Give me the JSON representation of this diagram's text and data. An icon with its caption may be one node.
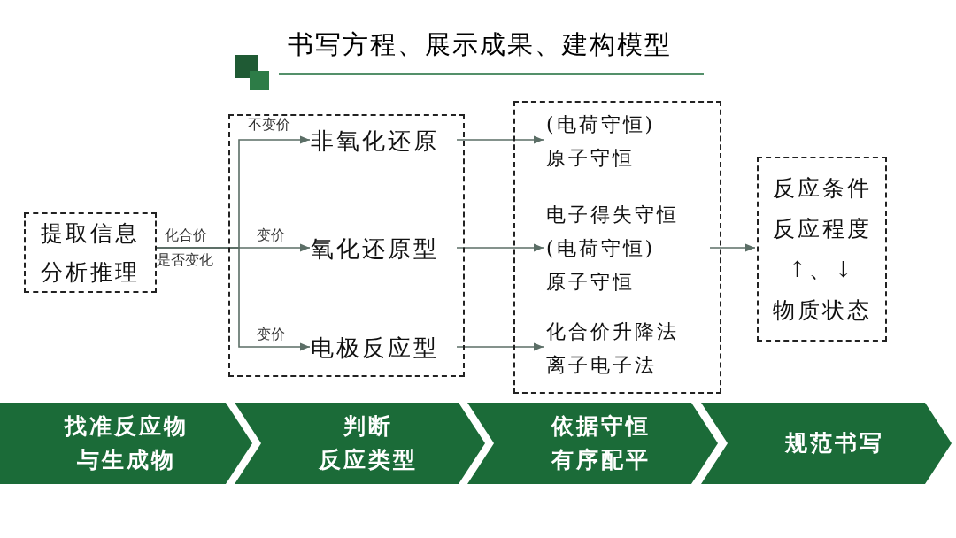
{
  "diagram": {
    "title": "书写方程、展示成果、建构模型",
    "nodes": [
      {
        "text": [
          "提取信息",
          "分析推理"
        ]
      },
      {
        "text": [],
        "shape": "box"
      },
      {
        "text": [
          "非氧化还原"
        ],
        "in": 1
      },
      {
        "text": [
          "氧化还原型"
        ],
        "in": 1
      },
      {
        "text": [
          "电极反应型"
        ],
        "in": 1
      },
      {
        "text": [],
        "shape": "box"
      },
      {
        "text": [
          "(电荷守恒)",
          "原子守恒"
        ],
        "in": 5
      },
      {
        "text": [
          "电子得失守恒",
          "(电荷守恒)",
          "原子守恒"
        ],
        "in": 5
      },
      {
        "text": [
          "化合价升降法",
          "离子电子法"
        ],
        "in": 5
      },
      {
        "text": [
          "反应条件",
          "反应程度",
          "↑、↓",
          "物质状态"
        ]
      },
      {
        "text": [
          "找准反应物",
          "与生成物"
        ]
      },
      {
        "text": [
          "判断",
          "反应类型"
        ]
      },
      {
        "text": [
          "依据守恒",
          "有序配平"
        ]
      },
      {
        "text": [
          "规范书写"
        ]
      }
    ],
    "edges": [
      {
        "from": 0,
        "to": 2,
        "arrow": "to",
        "label": "不变价"
      },
      {
        "from": 0,
        "to": 3,
        "arrow": "to",
        "label": "变价"
      },
      {
        "from": 0,
        "to": 4,
        "arrow": "to",
        "label": "变价"
      },
      {
        "from": 2,
        "to": 6,
        "arrow": "to"
      },
      {
        "from": 3,
        "to": 7,
        "arrow": "to"
      },
      {
        "from": 4,
        "to": 8,
        "arrow": "to"
      },
      {
        "from": 7,
        "to": 9,
        "arrow": "to"
      }
    ],
    "labels": [
      "化合价",
      "是否变化"
    ]
  }
}
